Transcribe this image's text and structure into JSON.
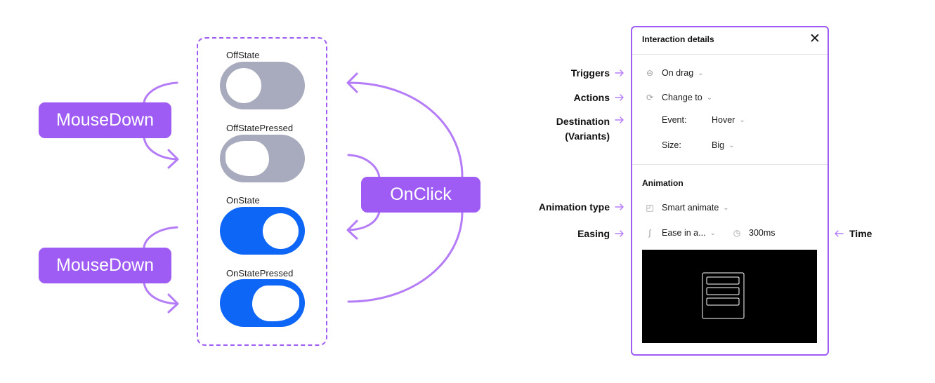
{
  "diagram": {
    "states": [
      {
        "label": "OffState"
      },
      {
        "label": "OffStatePressed"
      },
      {
        "label": "OnState"
      },
      {
        "label": "OnStatePressed"
      }
    ],
    "events": {
      "mousedown_top": "MouseDown",
      "mousedown_bottom": "MouseDown",
      "onclick": "OnClick"
    },
    "colors": {
      "accent": "#9e5cf5",
      "off": "#a8abbd",
      "on": "#0d66f5"
    }
  },
  "panel": {
    "title": "Interaction details",
    "close_icon": "close-icon",
    "trigger": "On drag",
    "action": "Change to",
    "event_label": "Event:",
    "event_value": "Hover",
    "size_label": "Size:",
    "size_value": "Big",
    "animation_heading": "Animation",
    "animation_type": "Smart animate",
    "easing": "Ease in a...",
    "duration": "300ms"
  },
  "annotations": {
    "triggers": "Triggers",
    "actions": "Actions",
    "destination_line1": "Destination",
    "destination_line2": "(Variants)",
    "animation_type": "Animation type",
    "easing": "Easing",
    "time": "Time"
  }
}
